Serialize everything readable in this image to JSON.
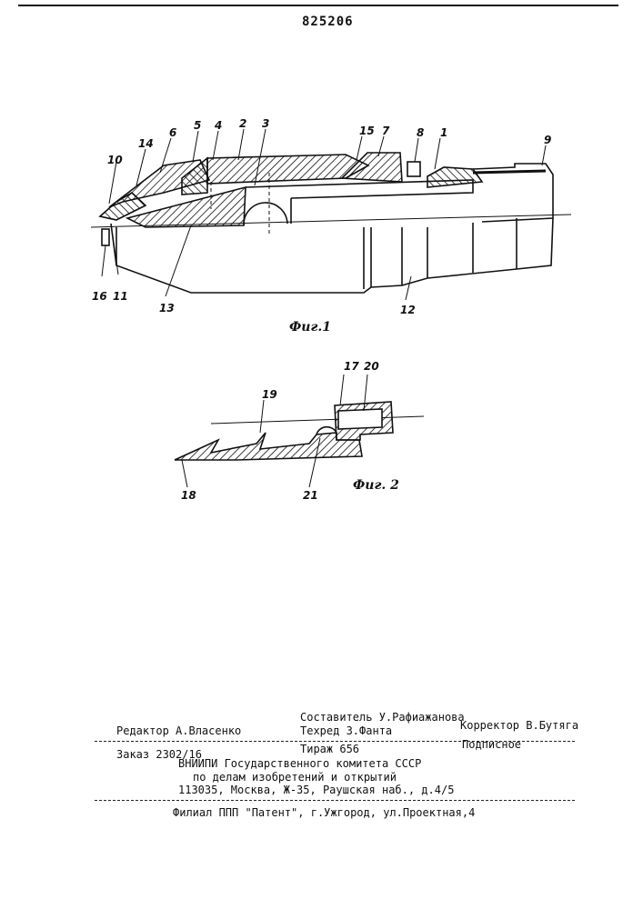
{
  "header": {
    "patent_number": "825206"
  },
  "figures": {
    "fig1": {
      "caption": "Фиг.1",
      "labels": [
        "1",
        "2",
        "3",
        "4",
        "5",
        "6",
        "7",
        "8",
        "9",
        "10",
        "11",
        "12",
        "13",
        "14",
        "15",
        "16"
      ]
    },
    "fig2": {
      "caption": "Фиг. 2",
      "labels": [
        "17",
        "18",
        "19",
        "20",
        "21"
      ]
    }
  },
  "imprint": {
    "editor": "Редактор А.Власенко",
    "composer": "Составитель У.Рафиажанова",
    "techred": "Техред З.Фанта",
    "corrector": "Корректор В.Бутяга",
    "order": "Заказ 2302/16",
    "circulation": "Тираж 656",
    "subscription": "Подписное",
    "org_line1": "ВНИИПИ Государственного комитета СССР",
    "org_line2": "по делам изобретений и открытий",
    "address": "113035, Москва, Ж-35, Раушская наб., д.4/5",
    "branch": "Филиал ППП \"Патент\", г.Ужгород, ул.Проектная,4"
  }
}
